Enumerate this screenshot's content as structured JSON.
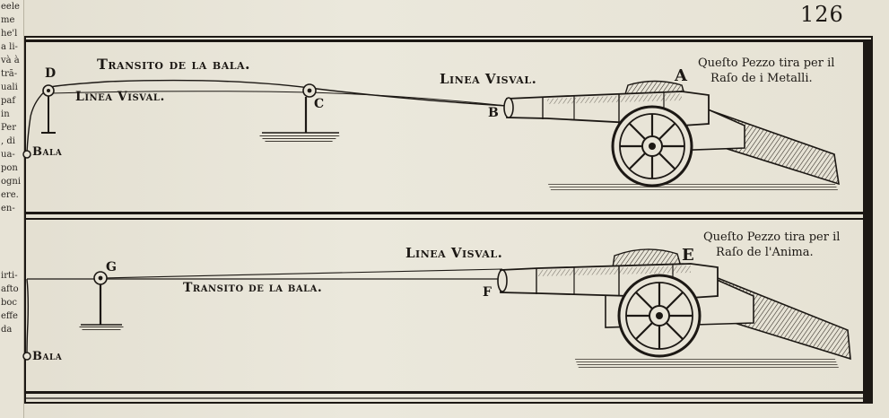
{
  "page_number": "126",
  "margin_text": [
    "eele",
    "me",
    "he'l",
    "a li-",
    "và à",
    "trã-",
    "uali",
    "paf",
    "in",
    "Per",
    ", di",
    "ua-",
    "pon",
    "ogni",
    "ere.",
    "en-",
    "",
    "",
    "",
    "",
    "irti-",
    "afto",
    "boc",
    "effe",
    "da"
  ],
  "top_panel": {
    "caption_line1": "Queſto Pezzo tira per il",
    "caption_line2": "Raſo de i Metalli.",
    "transito_label": "Transito de la bala.",
    "linea_visual_left": "Linea Visval.",
    "linea_visual_right": "Linea Visval.",
    "bala_label": "Bala",
    "letter_a": "A",
    "letter_b": "B",
    "letter_c": "C",
    "letter_d": "D"
  },
  "bottom_panel": {
    "caption_line1": "Queſto Pezzo tira per il",
    "caption_line2": "Raſo de l'Anima.",
    "transito_label": "Transito de la bala.",
    "linea_visual": "Linea Visval.",
    "bala_label": "Bala",
    "letter_e": "E",
    "letter_f": "F",
    "letter_g": "G"
  },
  "colors": {
    "ink": "#1c1814",
    "paper": "#e8e4d7"
  }
}
